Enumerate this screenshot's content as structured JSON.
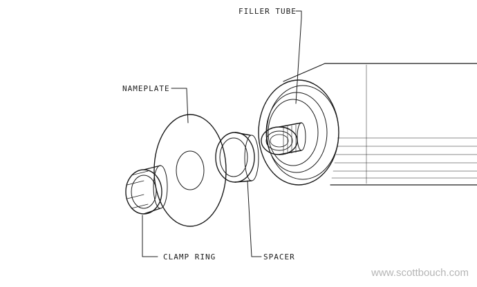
{
  "labels": {
    "filler_tube": "FILLER TUBE",
    "nameplate": "NAMEPLATE",
    "clamp_ring": "CLAMP RING",
    "spacer": "SPACER"
  },
  "watermark": "www.scottbouch.com",
  "colors": {
    "ink": "#1a1a1a",
    "background": "#ffffff",
    "watermark": "#b5b5b5"
  }
}
